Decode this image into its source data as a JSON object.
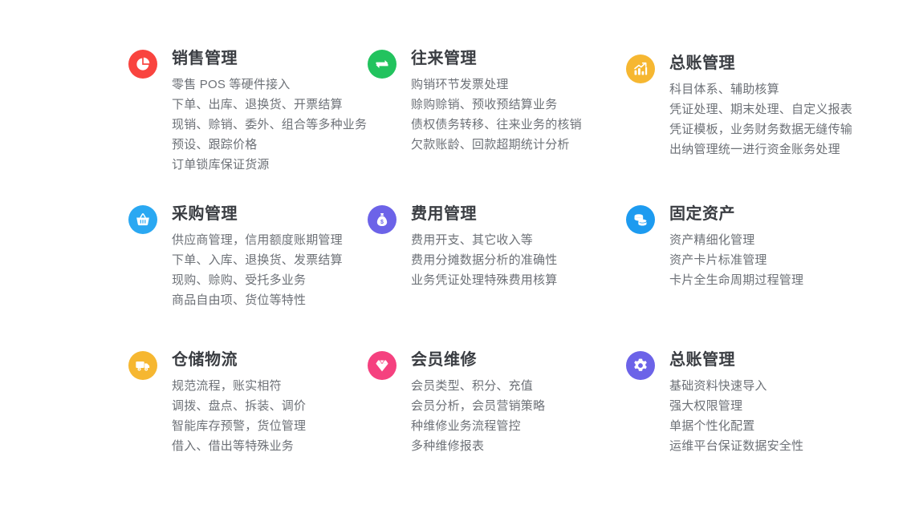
{
  "page": {
    "background_color": "#ffffff",
    "title_color": "#3a3d42",
    "body_color": "#6d7177"
  },
  "features": [
    {
      "id": "sales-management",
      "title": "销售管理",
      "icon": "pie-chart-icon",
      "icon_color": "#f9443f",
      "lines": [
        "零售 POS 等硬件接入",
        "下单、出库、退换货、开票结算",
        "现销、赊销、委外、组合等多种业务",
        "预设、跟踪价格",
        "订单锁库保证货源"
      ]
    },
    {
      "id": "transaction-management",
      "title": "往来管理",
      "icon": "exchange-arrows-icon",
      "icon_color": "#22c35e",
      "lines": [
        "购销环节发票处理",
        "赊购赊销、预收预结算业务",
        "债权债务转移、往来业务的核销",
        "欠款账龄、回款超期统计分析"
      ]
    },
    {
      "id": "general-ledger-management",
      "title": "总账管理",
      "icon": "bar-chart-growth-icon",
      "icon_color": "#f6b731",
      "lines": [
        "科目体系、辅助核算",
        "凭证处理、期末处理、自定义报表",
        "凭证模板，业务财务数据无缝传输",
        "出纳管理统一进行资金账务处理"
      ]
    },
    {
      "id": "purchase-management",
      "title": "采购管理",
      "icon": "shopping-basket-icon",
      "icon_color": "#2aa8f2",
      "lines": [
        "供应商管理，信用额度账期管理",
        "下单、入库、退换货、发票结算",
        "现购、赊购、受托多业务",
        " 商品自由项、货位等特性"
      ]
    },
    {
      "id": "expense-management",
      "title": "费用管理",
      "icon": "money-bag-icon",
      "icon_color": "#6c63e8",
      "lines": [
        "费用开支、其它收入等",
        "费用分摊数据分析的准确性",
        "业务凭证处理特殊费用核算"
      ]
    },
    {
      "id": "fixed-assets",
      "title": "固定资产",
      "icon": "stacked-coins-icon",
      "icon_color": "#1d9bf0",
      "lines": [
        "资产精细化管理",
        "资产卡片标准管理",
        "卡片全生命周期过程管理"
      ]
    },
    {
      "id": "warehouse-logistics",
      "title": "仓储物流",
      "icon": "delivery-truck-icon",
      "icon_color": "#f6b731",
      "lines": [
        " 规范流程，账实相符",
        "调拨、盘点、拆装、调价",
        "智能库存预警，货位管理",
        "借入、借出等特殊业务"
      ]
    },
    {
      "id": "member-repair",
      "title": "会员维修",
      "icon": "diamond-gem-icon",
      "icon_color": "#f5417f",
      "lines": [
        "会员类型、积分、充值",
        "会员分析，会员营销策略",
        "种维修业务流程管控",
        "多种维修报表"
      ]
    },
    {
      "id": "general-ledger-management-2",
      "title": "总账管理",
      "icon": "gear-icon",
      "icon_color": "#6c63e8",
      "lines": [
        "基础资料快速导入",
        "强大权限管理",
        "单据个性化配置",
        "运维平台保证数据安全性"
      ]
    }
  ]
}
